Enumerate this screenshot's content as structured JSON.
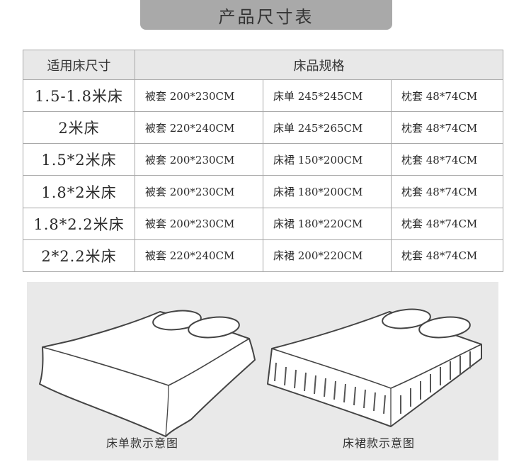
{
  "title": "产品尺寸表",
  "table": {
    "headers": [
      "适用床尺寸",
      "床品规格"
    ],
    "rows": [
      {
        "bed": "1.5-1.8米床",
        "specs": [
          "被套 200*230CM",
          "床单 245*245CM",
          "枕套 48*74CM"
        ]
      },
      {
        "bed": "2米床",
        "specs": [
          "被套 220*240CM",
          "床单 245*265CM",
          "枕套 48*74CM"
        ]
      },
      {
        "bed": "1.5*2米床",
        "specs": [
          "被套 200*230CM",
          "床裙 150*200CM",
          "枕套 48*74CM"
        ]
      },
      {
        "bed": "1.8*2米床",
        "specs": [
          "被套 200*230CM",
          "床裙 180*200CM",
          "枕套 48*74CM"
        ]
      },
      {
        "bed": "1.8*2.2米床",
        "specs": [
          "被套 200*230CM",
          "床裙 180*220CM",
          "枕套 48*74CM"
        ]
      },
      {
        "bed": "2*2.2米床",
        "specs": [
          "被套 220*240CM",
          "床裙 200*220CM",
          "枕套 48*74CM"
        ]
      }
    ]
  },
  "illustrations": {
    "left_caption": "床单款示意图",
    "right_caption": "床裙款示意图"
  }
}
